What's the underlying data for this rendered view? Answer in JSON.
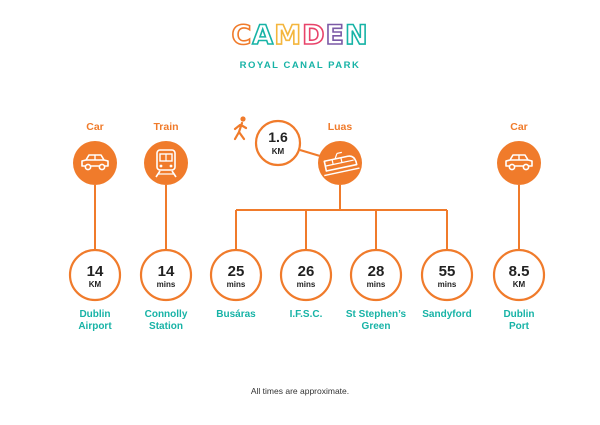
{
  "brand": {
    "logo_letters": [
      "C",
      "A",
      "M",
      "D",
      "E",
      "N"
    ],
    "logo_colors": [
      "#f07b2b",
      "#17b3a6",
      "#f4b63d",
      "#e8436a",
      "#7b5aa6",
      "#17b3a6"
    ],
    "subtitle": "ROYAL CANAL PARK",
    "footnote": "All times are approximate."
  },
  "colors": {
    "orange": "#f07b2b",
    "teal": "#17b3a6",
    "dark": "#222222",
    "white": "#ffffff"
  },
  "modes": [
    {
      "id": "car-left",
      "label": "Car",
      "icon": "car-icon"
    },
    {
      "id": "train",
      "label": "Train",
      "icon": "train-icon"
    },
    {
      "id": "luas",
      "label": "Luas",
      "icon": "tram-icon"
    },
    {
      "id": "car-right",
      "label": "Car",
      "icon": "car-icon"
    }
  ],
  "walk": {
    "icon": "walking-person-icon",
    "value": "1.6",
    "unit": "KM"
  },
  "destinations": [
    {
      "id": "dublin-airport",
      "value": "14",
      "unit": "KM",
      "lines": [
        "Dublin",
        "Airport"
      ],
      "mode": "car-left"
    },
    {
      "id": "connolly-station",
      "value": "14",
      "unit": "mins",
      "lines": [
        "Connolly",
        "Station"
      ],
      "mode": "train"
    },
    {
      "id": "busaras",
      "value": "25",
      "unit": "mins",
      "lines": [
        "Busáras"
      ],
      "mode": "luas"
    },
    {
      "id": "ifsc",
      "value": "26",
      "unit": "mins",
      "lines": [
        "I.F.S.C."
      ],
      "mode": "luas"
    },
    {
      "id": "st-stephens-green",
      "value": "28",
      "unit": "mins",
      "lines": [
        "St Stephen’s",
        "Green"
      ],
      "mode": "luas"
    },
    {
      "id": "sandyford",
      "value": "55",
      "unit": "mins",
      "lines": [
        "Sandyford"
      ],
      "mode": "luas"
    },
    {
      "id": "dublin-port",
      "value": "8.5",
      "unit": "KM",
      "lines": [
        "Dublin",
        "Port"
      ],
      "mode": "car-right"
    }
  ]
}
